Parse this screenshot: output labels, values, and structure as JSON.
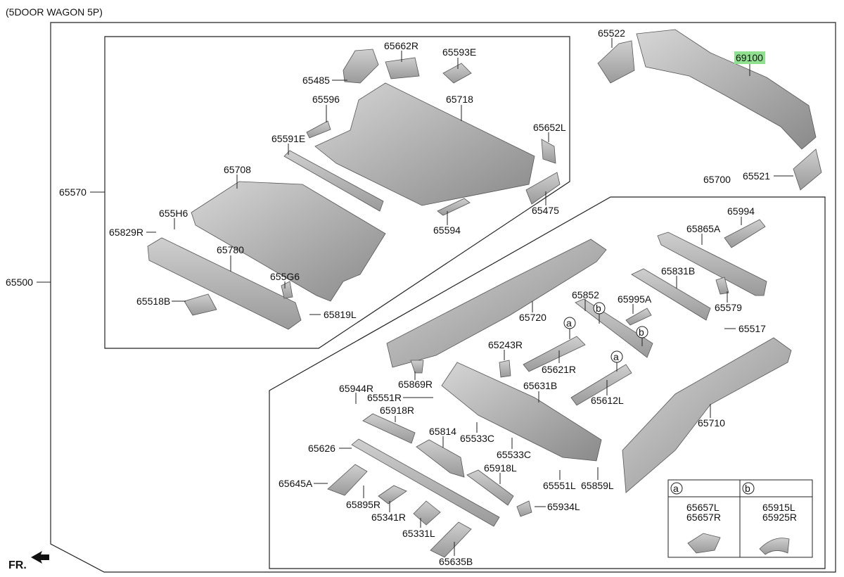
{
  "title": "(5DOOR WAGON 5P)",
  "front_label": "FR.",
  "highlight_color": "#8fe08f",
  "labels": {
    "p65500": "65500",
    "p65570": "65570",
    "p65662R": "65662R",
    "p65593E": "65593E",
    "p65485": "65485",
    "p65596": "65596",
    "p65718": "65718",
    "p65591E": "65591E",
    "p65652L": "65652L",
    "p65708": "65708",
    "p65475": "65475",
    "p65594": "65594",
    "p655H6": "655H6",
    "p65829R": "65829R",
    "p65780": "65780",
    "p655G6": "655G6",
    "p65518B": "65518B",
    "p65819L": "65819L",
    "p65522": "65522",
    "p69100": "69100",
    "p65521": "65521",
    "p65700": "65700",
    "p65994": "65994",
    "p65865A": "65865A",
    "p65831B": "65831B",
    "p65579": "65579",
    "p65852": "65852",
    "p65995A": "65995A",
    "p65517": "65517",
    "p65720": "65720",
    "p65243R": "65243R",
    "p65621R": "65621R",
    "p65612L": "65612L",
    "p65869R": "65869R",
    "p65944R": "65944R",
    "p65551R": "65551R",
    "p65631B": "65631B",
    "p65918R": "65918R",
    "p65814": "65814",
    "p65533C_1": "65533C",
    "p65533C_2": "65533C",
    "p65626": "65626",
    "p65918L": "65918L",
    "p65551L": "65551L",
    "p65859L": "65859L",
    "p65645A": "65645A",
    "p65895R": "65895R",
    "p65341R": "65341R",
    "p65934L": "65934L",
    "p65331L": "65331L",
    "p65635B": "65635B",
    "p65710": "65710"
  },
  "callouts": {
    "a1": "a",
    "a2": "a",
    "b1": "b",
    "b2": "b"
  },
  "legend": {
    "col_a_key": "a",
    "col_b_key": "b",
    "col_a_parts": [
      "65657L",
      "65657R"
    ],
    "col_b_parts": [
      "65915L",
      "65925R"
    ]
  }
}
